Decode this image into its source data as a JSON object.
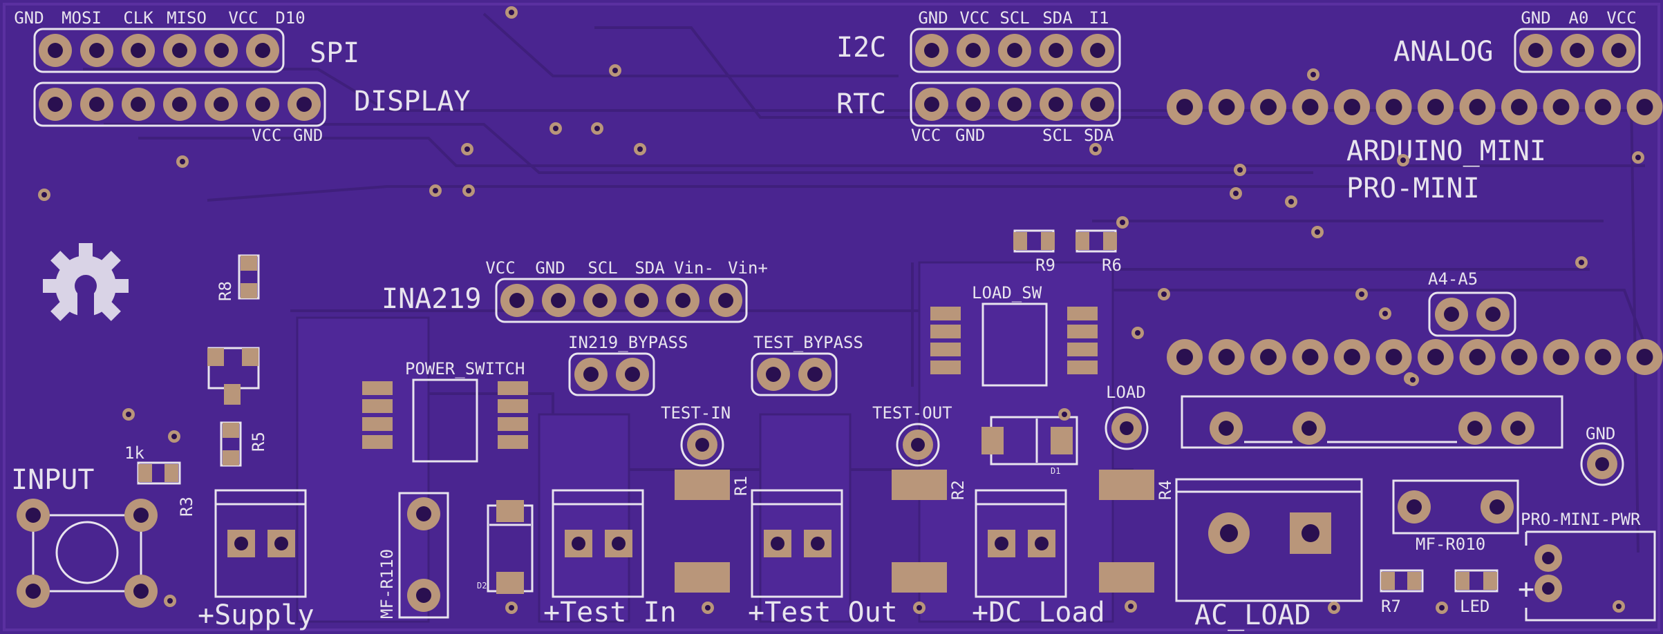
{
  "board": {
    "background": "#4a2590",
    "silkscreen_color": "#e8e4ee",
    "copper_color": "#b9967a"
  },
  "headers": {
    "spi": {
      "title": "SPI",
      "pins": [
        "GND",
        "MOSI",
        "CLK",
        "MISO",
        "VCC",
        "D10"
      ]
    },
    "display": {
      "title": "DISPLAY",
      "pins_below": [
        "VCC",
        "GND"
      ]
    },
    "i2c": {
      "title": "I2C",
      "pins": [
        "GND",
        "VCC",
        "SCL",
        "SDA",
        "I1"
      ]
    },
    "rtc": {
      "title": "RTC",
      "pins_below": [
        "VCC",
        "GND",
        "SCL",
        "SDA"
      ]
    },
    "analog": {
      "title": "ANALOG",
      "pins": [
        "GND",
        "A0",
        "VCC"
      ]
    },
    "arduino": {
      "line1": "ARDUINO_MINI",
      "line2": "PRO-MINI"
    },
    "a4a5": "A4-A5",
    "ina219": {
      "title": "INA219",
      "pins": [
        "VCC",
        "GND",
        "SCL",
        "SDA",
        "Vin-",
        "Vin+"
      ]
    }
  },
  "labels": {
    "in219_bypass": "IN219_BYPASS",
    "test_bypass": "TEST_BYPASS",
    "power_switch": "POWER_SWITCH",
    "load_sw": "LOAD_SW",
    "test_in": "TEST-IN",
    "test_out": "TEST-OUT",
    "load": "LOAD",
    "gnd": "GND",
    "input": "INPUT",
    "k1": "1k",
    "mf_r110": "MF-R110",
    "mf_r010": "MF-R010",
    "pro_mini_pwr": "PRO-MINI-PWR",
    "led": "LED",
    "plus": "+",
    "d1": "D1",
    "d2": "D2"
  },
  "resistors": {
    "r1": "R1",
    "r2": "R2",
    "r3": "R3",
    "r4": "R4",
    "r5": "R5",
    "r6": "R6",
    "r7": "R7",
    "r8": "R8",
    "r9": "R9"
  },
  "terminals": {
    "supply": "+Supply",
    "test_in": "+Test In",
    "test_out": "+Test Out",
    "dc_load": "+DC Load",
    "ac_load": "AC_LOAD"
  }
}
